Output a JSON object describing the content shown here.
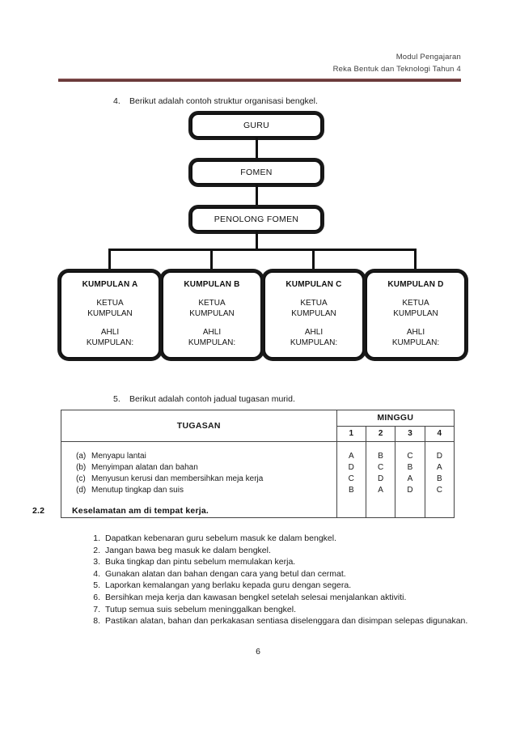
{
  "header": {
    "line1": "Modul Pengajaran",
    "line2": "Reka Bentuk dan Teknologi Tahun 4",
    "rule_color": "#6b3a3a"
  },
  "item4": {
    "number": "4.",
    "text": "Berikut adalah contoh struktur organisasi bengkel."
  },
  "org_chart": {
    "top_boxes": [
      {
        "label": "GURU"
      },
      {
        "label": "FOMEN"
      },
      {
        "label": "PENOLONG FOMEN"
      }
    ],
    "groups": [
      {
        "title": "KUMPULAN A",
        "role1_line1": "KETUA",
        "role1_line2": "KUMPULAN",
        "role2_line1": "AHLI",
        "role2_line2": "KUMPULAN:"
      },
      {
        "title": "KUMPULAN B",
        "role1_line1": "KETUA",
        "role1_line2": "KUMPULAN",
        "role2_line1": "AHLI",
        "role2_line2": "KUMPULAN:"
      },
      {
        "title": "KUMPULAN C",
        "role1_line1": "KETUA",
        "role1_line2": "KUMPULAN",
        "role2_line1": "AHLI",
        "role2_line2": "KUMPULAN:"
      },
      {
        "title": "KUMPULAN D",
        "role1_line1": "KETUA",
        "role1_line2": "KUMPULAN",
        "role2_line1": "AHLI",
        "role2_line2": "KUMPULAN:"
      }
    ]
  },
  "item5": {
    "number": "5.",
    "text": "Berikut adalah contoh jadual tugasan murid."
  },
  "table": {
    "header_tugasan": "TUGASAN",
    "header_minggu": "MINGGU",
    "weeks": [
      "1",
      "2",
      "3",
      "4"
    ],
    "rows": [
      {
        "tag": "(a)",
        "task": "Menyapu lantai",
        "w1": "A",
        "w2": "B",
        "w3": "C",
        "w4": "D"
      },
      {
        "tag": "(b)",
        "task": "Menyimpan alatan dan bahan",
        "w1": "D",
        "w2": "C",
        "w3": "B",
        "w4": "A"
      },
      {
        "tag": "(c)",
        "task": "Menyusun kerusi dan membersihkan meja kerja",
        "w1": "C",
        "w2": "D",
        "w3": "A",
        "w4": "B"
      },
      {
        "tag": "(d)",
        "task": "Menutup tingkap dan suis",
        "w1": "B",
        "w2": "A",
        "w3": "D",
        "w4": "C"
      }
    ]
  },
  "section22": {
    "number": "2.2",
    "title": "Keselamatan am di tempat kerja.",
    "rules": [
      {
        "n": "1.",
        "text": "Dapatkan kebenaran guru sebelum masuk ke dalam bengkel."
      },
      {
        "n": "2.",
        "text": "Jangan bawa beg masuk ke dalam bengkel."
      },
      {
        "n": "3.",
        "text": "Buka tingkap dan pintu sebelum memulakan kerja."
      },
      {
        "n": "4.",
        "text": "Gunakan alatan dan bahan dengan cara yang betul dan cermat."
      },
      {
        "n": "5.",
        "text": "Laporkan kemalangan yang berlaku kepada guru dengan segera."
      },
      {
        "n": "6.",
        "text": "Bersihkan meja kerja dan kawasan bengkel setelah selesai menjalankan aktiviti."
      },
      {
        "n": "7.",
        "text": "Tutup semua suis sebelum meninggalkan bengkel."
      },
      {
        "n": "8.",
        "text": "Pastikan alatan, bahan dan perkakasan sentiasa diselenggara dan disimpan selepas digunakan."
      }
    ]
  },
  "footer": {
    "page_number": "6"
  }
}
